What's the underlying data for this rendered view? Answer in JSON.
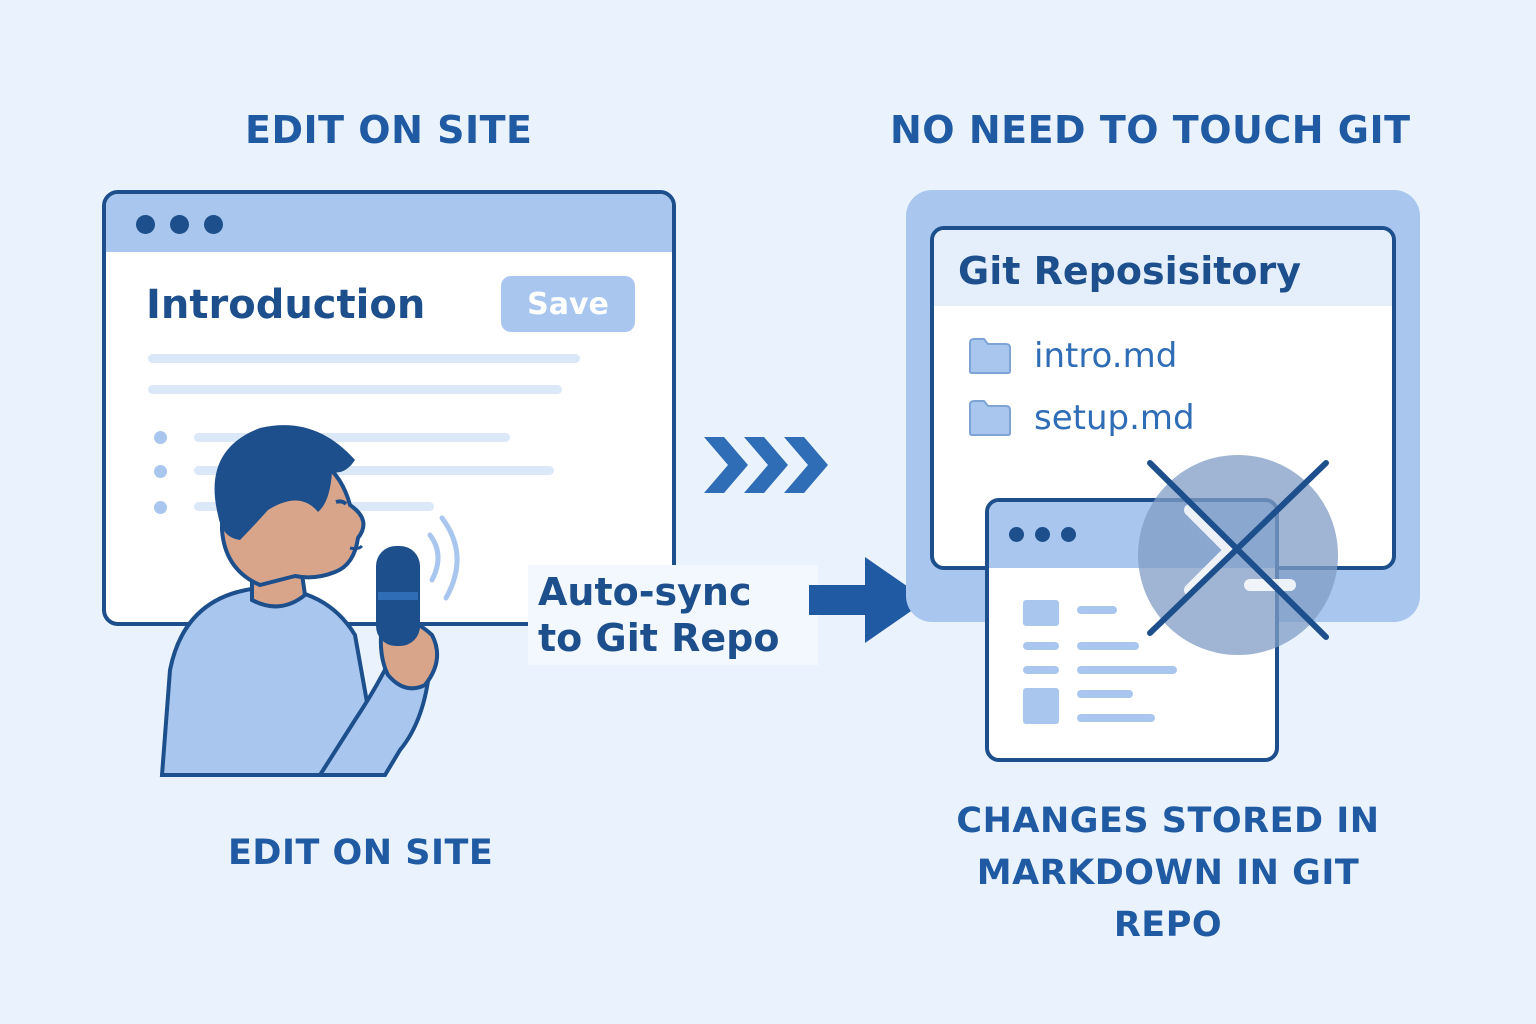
{
  "left": {
    "heading": "EDIT ON SITE",
    "caption": "EDIT ON SITE",
    "editor": {
      "title": "Introduction",
      "save_label": "Save"
    }
  },
  "middle": {
    "sync_label_line1": "Auto-sync",
    "sync_label_line2": "to Git Repo"
  },
  "right": {
    "heading": "NO NEED TO TOUCH GIT",
    "repo": {
      "title": "Git Reposisitory",
      "files": [
        "intro.md",
        "setup.md"
      ]
    },
    "caption": "CHANGES STORED IN MARKDOWN IN GIT REPO"
  },
  "colors": {
    "background": "#eaf3fd",
    "primary_dark": "#1d4f8c",
    "accent_light": "#a9c7ee",
    "heading_blue": "#1f5aa3"
  },
  "icons": [
    "folder-icon",
    "microphone-icon",
    "sound-waves-icon",
    "chevron-right-icon",
    "arrow-right-icon",
    "terminal-icon",
    "cross-out-icon"
  ]
}
